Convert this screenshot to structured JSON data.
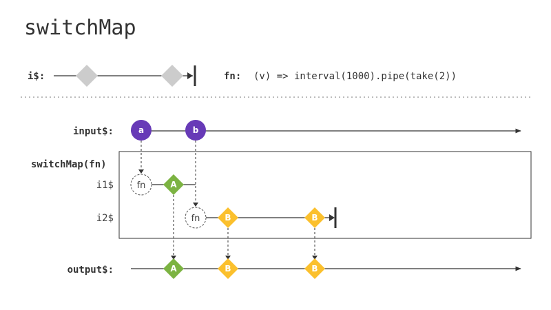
{
  "title": "switchMap",
  "header": {
    "inner_label": "i$:",
    "fn_label": "fn:",
    "fn_code": "(v) => interval(1000).pipe(take(2))"
  },
  "rows": {
    "input_label": "input$:",
    "operator_label": "switchMap(fn)",
    "inner1_label": "i1$",
    "inner2_label": "i2$",
    "output_label": "output$:"
  },
  "marbles": {
    "input": [
      "a",
      "b"
    ],
    "inner1": [
      "A"
    ],
    "inner2": [
      "B",
      "B"
    ],
    "output": [
      "A",
      "B",
      "B"
    ],
    "fn_text": "fn"
  },
  "colors": {
    "input_marble": "#673ab7",
    "marble_a_inner": "#7cb342",
    "marble_b_inner": "#fbc02d",
    "template_marble": "#cccccc",
    "line": "#333333",
    "dots": "#bbbbbb"
  }
}
